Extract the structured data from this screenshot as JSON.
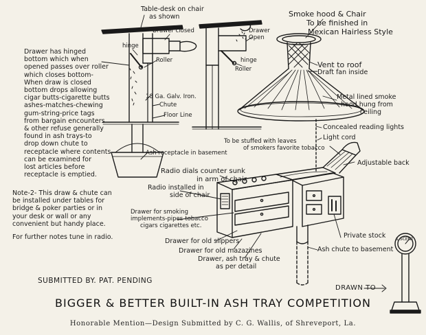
{
  "labels": {
    "table_desk": [
      "Table-desk on chair",
      "as shown"
    ],
    "drawer_closed": "Drawer closed",
    "hinge_left": "hinge",
    "drawer_open": [
      "Drawer",
      "Open"
    ],
    "roller_left": "Roller",
    "roller_right": "Roller",
    "hinge_right": "hinge",
    "galv_iron": [
      "18 Ga. Galv. Iron."
    ],
    "chute": "Chute",
    "floor_line": "Floor Line",
    "ash_receptacle": "Ash receptacle in basement",
    "smoke_hood": [
      "Smoke hood & Chair",
      "To be finished in",
      "Mexican Hairless Style"
    ],
    "vent_to_roof": "Vent to roof",
    "draft_fan": "Draft fan inside",
    "metal_lined": [
      "Metal lined smoke",
      "hood hung from",
      "ceiling"
    ],
    "concealed_lights": "Concealed reading lights",
    "light_cord": "Light cord",
    "stuffed_leaves": [
      "To be stuffed with leaves",
      "of smokers favorite tobacco"
    ],
    "adjustable_back": "Adjustable back",
    "radio_dials": [
      "Radio dials counter sunk",
      "in arm of chair"
    ],
    "radio_installed": [
      "Radio installed in",
      "side of chair"
    ],
    "drawer_smoking": [
      "Drawer for smoking",
      "implements-pipes-tobacco",
      "cigars cigarettes etc."
    ],
    "private_stock": "Private stock",
    "drawer_slippers": "Drawer for old slippers",
    "drawer_magazines": "Drawer for old mazazines",
    "drawer_ash_tray": [
      "Drawer, ash tray & chute",
      "as per detail"
    ],
    "ash_chute_basement": "Ash chute to basement"
  },
  "notes": {
    "drawer_note": [
      "Drawer has hinged",
      "bottom which when",
      "opened passes over roller",
      "which closes bottom-",
      "When draw is closed",
      "bottom drops allowing",
      "cigar butts-cigarette butts",
      "ashes-matches-chewing",
      "gum-string-price tags",
      "from bargain encounters",
      "& other refuse generally",
      "found in ash trays-to",
      "drop down chute to",
      "receptacle where contents",
      "can be examined for",
      "lost articles before",
      "receptacle is emptied."
    ],
    "note2": [
      "Note-2- This draw & chute can",
      "be installed under tables for",
      "bridge & poker parties or in",
      "your desk or wall or any",
      "convenient but handy place."
    ],
    "further_notes": "For further notes tune in radio."
  },
  "submitted_by": "SUBMITTED BY.   PAT. PENDING",
  "drawn_to": "DRAWN TO",
  "scale_label": "1 SCENT",
  "title": "BIGGER & BETTER BUILT-IN ASH TRAY COMPETITION",
  "caption": "Honorable Mention—Design Submitted by C. G. Wallis, of Shreveport, La."
}
